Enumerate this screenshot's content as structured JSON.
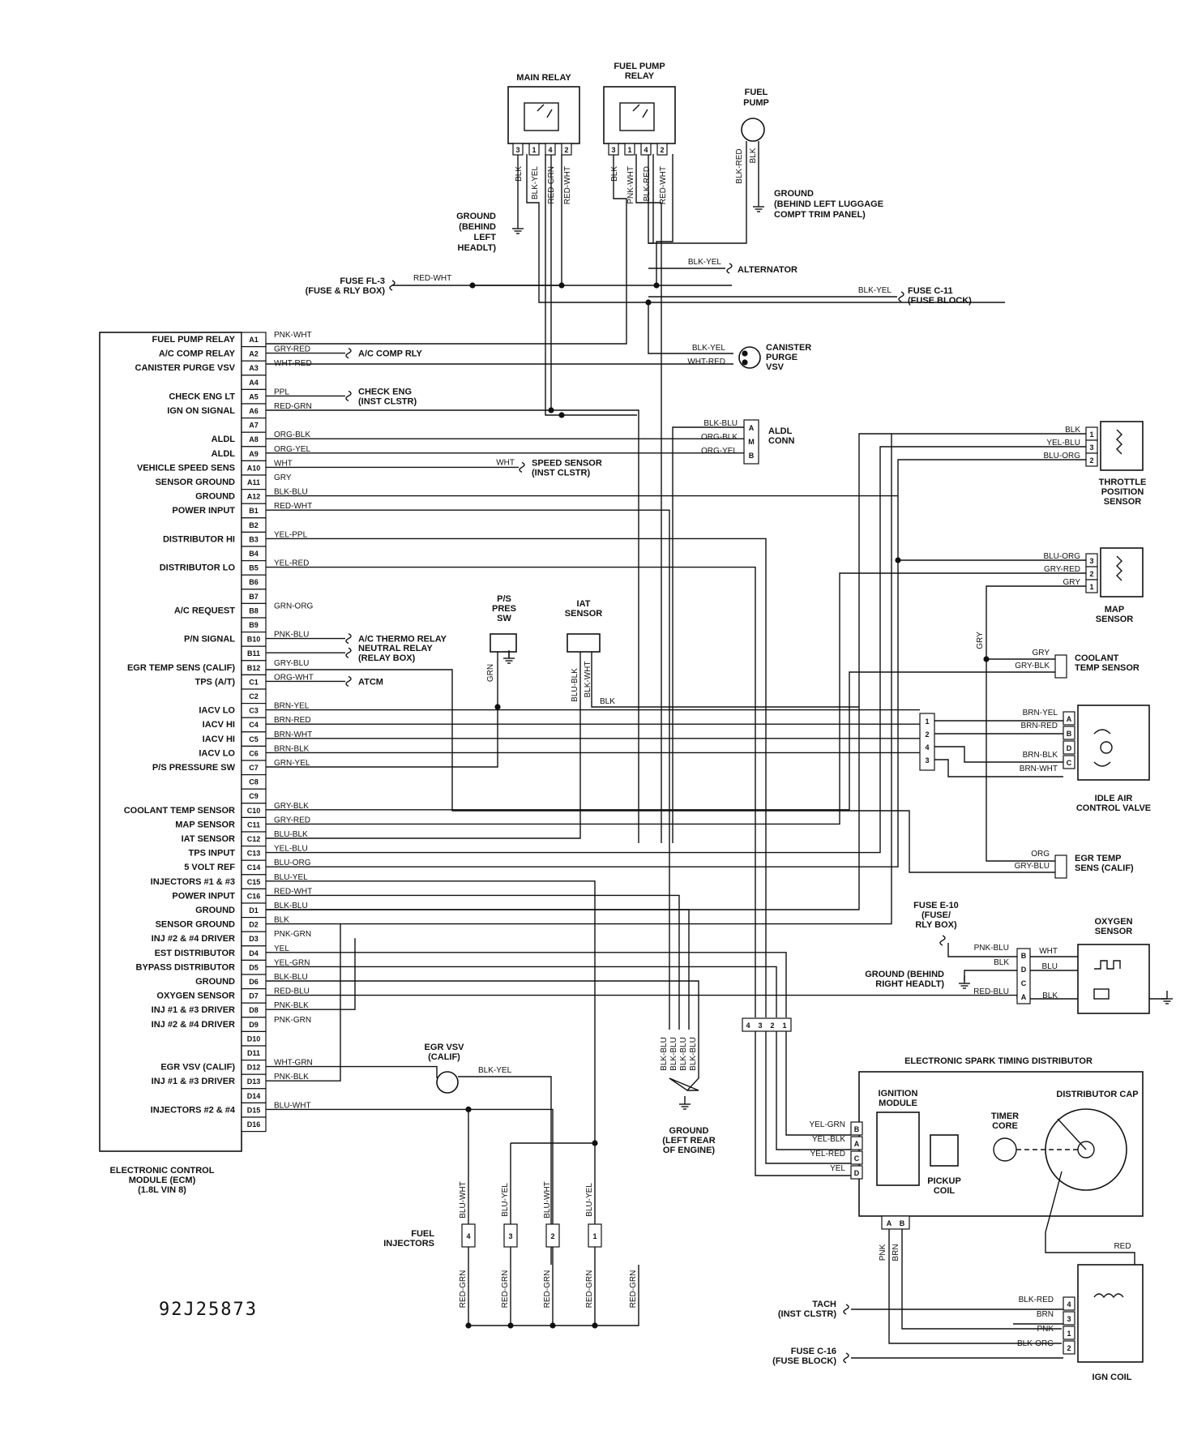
{
  "diagram_code": "92J25873",
  "ecm": {
    "caption": [
      "ELECTRONIC CONTROL",
      "MODULE (ECM)",
      "(1.8L VIN 8)"
    ],
    "pins": [
      {
        "pin": "A1",
        "label": "FUEL PUMP RELAY",
        "wire": "PNK-WHT"
      },
      {
        "pin": "A2",
        "label": "A/C COMP RELAY",
        "wire": "GRY-RED"
      },
      {
        "pin": "A3",
        "label": "CANISTER PURGE VSV",
        "wire": "WHT-RED"
      },
      {
        "pin": "A4",
        "label": "",
        "wire": ""
      },
      {
        "pin": "A5",
        "label": "CHECK ENG LT",
        "wire": "PPL"
      },
      {
        "pin": "A6",
        "label": "IGN ON SIGNAL",
        "wire": "RED-GRN"
      },
      {
        "pin": "A7",
        "label": "",
        "wire": ""
      },
      {
        "pin": "A8",
        "label": "ALDL",
        "wire": "ORG-BLK"
      },
      {
        "pin": "A9",
        "label": "ALDL",
        "wire": "ORG-YEL"
      },
      {
        "pin": "A10",
        "label": "VEHICLE SPEED SENS",
        "wire": "WHT"
      },
      {
        "pin": "A11",
        "label": "SENSOR GROUND",
        "wire": "GRY"
      },
      {
        "pin": "A12",
        "label": "GROUND",
        "wire": "BLK-BLU"
      },
      {
        "pin": "B1",
        "label": "POWER INPUT",
        "wire": "RED-WHT"
      },
      {
        "pin": "B2",
        "label": "",
        "wire": ""
      },
      {
        "pin": "B3",
        "label": "DISTRIBUTOR HI",
        "wire": "YEL-PPL"
      },
      {
        "pin": "B4",
        "label": "",
        "wire": ""
      },
      {
        "pin": "B5",
        "label": "DISTRIBUTOR LO",
        "wire": "YEL-RED"
      },
      {
        "pin": "B6",
        "label": "",
        "wire": ""
      },
      {
        "pin": "B7",
        "label": "",
        "wire": ""
      },
      {
        "pin": "B8",
        "label": "A/C REQUEST",
        "wire": "GRN-ORG"
      },
      {
        "pin": "B9",
        "label": "",
        "wire": ""
      },
      {
        "pin": "B10",
        "label": "P/N SIGNAL",
        "wire": "PNK-BLU"
      },
      {
        "pin": "B11",
        "label": "",
        "wire": ""
      },
      {
        "pin": "B12",
        "label": "EGR TEMP SENS (CALIF)",
        "wire": "GRY-BLU"
      },
      {
        "pin": "C1",
        "label": "TPS (A/T)",
        "wire": "ORG-WHT"
      },
      {
        "pin": "C2",
        "label": "",
        "wire": ""
      },
      {
        "pin": "C3",
        "label": "IACV LO",
        "wire": "BRN-YEL"
      },
      {
        "pin": "C4",
        "label": "IACV HI",
        "wire": "BRN-RED"
      },
      {
        "pin": "C5",
        "label": "IACV HI",
        "wire": "BRN-WHT"
      },
      {
        "pin": "C6",
        "label": "IACV LO",
        "wire": "BRN-BLK"
      },
      {
        "pin": "C7",
        "label": "P/S PRESSURE SW",
        "wire": "GRN-YEL"
      },
      {
        "pin": "C8",
        "label": "",
        "wire": ""
      },
      {
        "pin": "C9",
        "label": "",
        "wire": ""
      },
      {
        "pin": "C10",
        "label": "COOLANT TEMP SENSOR",
        "wire": "GRY-BLK"
      },
      {
        "pin": "C11",
        "label": "MAP SENSOR",
        "wire": "GRY-RED"
      },
      {
        "pin": "C12",
        "label": "IAT SENSOR",
        "wire": "BLU-BLK"
      },
      {
        "pin": "C13",
        "label": "TPS INPUT",
        "wire": "YEL-BLU"
      },
      {
        "pin": "C14",
        "label": "5 VOLT REF",
        "wire": "BLU-ORG"
      },
      {
        "pin": "C15",
        "label": "INJECTORS #1 & #3",
        "wire": "BLU-YEL"
      },
      {
        "pin": "C16",
        "label": "POWER INPUT",
        "wire": "RED-WHT"
      },
      {
        "pin": "D1",
        "label": "GROUND",
        "wire": "BLK-BLU"
      },
      {
        "pin": "D2",
        "label": "SENSOR GROUND",
        "wire": "BLK"
      },
      {
        "pin": "D3",
        "label": "INJ #2 & #4 DRIVER",
        "wire": "PNK-GRN"
      },
      {
        "pin": "D4",
        "label": "EST DISTRIBUTOR",
        "wire": "YEL"
      },
      {
        "pin": "D5",
        "label": "BYPASS DISTRIBUTOR",
        "wire": "YEL-GRN"
      },
      {
        "pin": "D6",
        "label": "GROUND",
        "wire": "BLK-BLU"
      },
      {
        "pin": "D7",
        "label": "OXYGEN SENSOR",
        "wire": "RED-BLU"
      },
      {
        "pin": "D8",
        "label": "INJ #1 & #3 DRIVER",
        "wire": "PNK-BLK"
      },
      {
        "pin": "D9",
        "label": "INJ #2 & #4 DRIVER",
        "wire": "PNK-GRN"
      },
      {
        "pin": "D10",
        "label": "",
        "wire": ""
      },
      {
        "pin": "D11",
        "label": "",
        "wire": ""
      },
      {
        "pin": "D12",
        "label": "EGR VSV (CALIF)",
        "wire": "WHT-GRN"
      },
      {
        "pin": "D13",
        "label": "INJ #1 & #3 DRIVER",
        "wire": "PNK-BLK"
      },
      {
        "pin": "D14",
        "label": "",
        "wire": ""
      },
      {
        "pin": "D15",
        "label": "INJECTORS #2 & #4",
        "wire": "BLU-WHT"
      },
      {
        "pin": "D16",
        "label": "",
        "wire": ""
      }
    ]
  },
  "ecm_callouts": {
    "a2": "A/C COMP RLY",
    "a5": [
      "CHECK ENG",
      "(INST CLSTR)"
    ],
    "a10_wire": "WHT",
    "a10": [
      "SPEED SENSOR",
      "(INST CLSTR)"
    ],
    "b8": "A/C THERMO RELAY",
    "b10": [
      "NEUTRAL RELAY",
      "(RELAY BOX)"
    ],
    "c1": "ATCM"
  },
  "main_relay": {
    "title": "MAIN RELAY",
    "pins": [
      "3",
      "1",
      "4",
      "2"
    ],
    "wires": [
      "BLK",
      "BLK-YEL",
      "RED-GRN",
      "RED-WHT"
    ]
  },
  "fuel_pump_relay": {
    "title": [
      "FUEL PUMP",
      "RELAY"
    ],
    "pins": [
      "3",
      "1",
      "4",
      "2"
    ],
    "wires": [
      "BLK",
      "PNK-WHT",
      "BLK-RED",
      "RED-WHT"
    ]
  },
  "fuel_pump": {
    "title": [
      "FUEL",
      "PUMP"
    ],
    "wires": [
      "BLK-RED",
      "BLK"
    ]
  },
  "ground_relay": [
    "GROUND",
    "(BEHIND",
    "LEFT",
    "HEADLT)"
  ],
  "ground_pump": [
    "GROUND",
    "(BEHIND LEFT LUGGAGE",
    "COMPT TRIM PANEL)"
  ],
  "fuse_fl3": {
    "label": [
      "FUSE FL-3",
      "(FUSE & RLY BOX)"
    ],
    "wire": "RED-WHT"
  },
  "alternator": {
    "label": "ALTERNATOR",
    "wire": "BLK-YEL"
  },
  "fuse_c11": {
    "label": [
      "FUSE C-11",
      "(FUSE BLOCK)"
    ],
    "wire": "BLK-YEL"
  },
  "canister": {
    "label": [
      "CANISTER",
      "PURGE",
      "VSV"
    ],
    "wires": [
      "BLK-YEL",
      "WHT-RED"
    ]
  },
  "aldl": {
    "label": [
      "ALDL",
      "CONN"
    ],
    "pins": [
      "A",
      "M",
      "B"
    ],
    "wires": [
      "BLK-BLU",
      "ORG-BLK",
      "ORG-YEL"
    ]
  },
  "tps": {
    "label": [
      "THROTTLE",
      "POSITION",
      "SENSOR"
    ],
    "pins": [
      "1",
      "3",
      "2"
    ],
    "wires": [
      "BLK",
      "YEL-BLU",
      "BLU-ORG"
    ]
  },
  "map": {
    "label": [
      "MAP",
      "SENSOR"
    ],
    "pins": [
      "3",
      "2",
      "1"
    ],
    "wires": [
      "BLU-ORG",
      "GRY-RED",
      "GRY"
    ]
  },
  "gry_vertical": "GRY",
  "coolant": {
    "label": [
      "COOLANT",
      "TEMP SENSOR"
    ],
    "wires": [
      "GRY",
      "GRY-BLK"
    ]
  },
  "iacv": {
    "label": [
      "IDLE AIR",
      "CONTROL VALVE"
    ],
    "conn_pins": [
      "1",
      "2",
      "4",
      "3"
    ],
    "pins": [
      "A",
      "B",
      "D",
      "C"
    ],
    "wires": [
      "BRN-YEL",
      "BRN-RED",
      "BRN-BLK",
      "BRN-WHT"
    ]
  },
  "egr_temp": {
    "label": [
      "EGR TEMP",
      "SENS (CALIF)"
    ],
    "wires": [
      "ORG",
      "GRY-BLU"
    ]
  },
  "ps_sw": {
    "label": [
      "P/S",
      "PRES",
      "SW"
    ],
    "wire": "GRN"
  },
  "iat": {
    "label": [
      "IAT",
      "SENSOR"
    ],
    "wires": [
      "BLU-BLK",
      "BLK-WHT"
    ],
    "ground": "BLK"
  },
  "fuse_e10": [
    "FUSE E-10",
    "(FUSE/",
    "RLY BOX)"
  ],
  "oxygen": {
    "label": [
      "OXYGEN",
      "SENSOR"
    ],
    "pins": [
      "B",
      "D",
      "C",
      "A"
    ],
    "left_wires": [
      "PNK-BLU",
      "BLK",
      "RED-BLU"
    ],
    "right_wires": [
      "WHT",
      "BLU",
      "BLK"
    ]
  },
  "ground_right": [
    "GROUND (BEHIND",
    "RIGHT HEADLT)"
  ],
  "egr_vsv": {
    "label": [
      "EGR VSV",
      "(CALIF)"
    ],
    "wire": "BLK-YEL"
  },
  "ground_engine": {
    "label": [
      "GROUND",
      "(LEFT REAR",
      "OF ENGINE)"
    ],
    "wires": [
      "BLK-BLU",
      "BLK-BLU",
      "BLK-BLU",
      "BLK-BLU"
    ]
  },
  "dist_conn": [
    "4",
    "3",
    "2",
    "1"
  ],
  "distributor": {
    "title": "ELECTRONIC SPARK TIMING DISTRIBUTOR",
    "module": [
      "IGNITION",
      "MODULE"
    ],
    "timer": [
      "TIMER",
      "CORE"
    ],
    "cap": "DISTRIBUTOR CAP",
    "pickup": [
      "PICKUP",
      "COIL"
    ],
    "pins": [
      "B",
      "A",
      "C",
      "D"
    ],
    "wires": [
      "YEL-GRN",
      "YEL-BLK",
      "YEL-RED",
      "YEL"
    ],
    "bottom_pins": [
      "A",
      "B"
    ],
    "bottom_wires": [
      "PNK",
      "BRN"
    ],
    "red": "RED"
  },
  "injectors": {
    "label": [
      "FUEL",
      "INJECTORS"
    ],
    "numbers": [
      "4",
      "3",
      "2",
      "1"
    ],
    "top_wires": [
      "BLU-WHT",
      "BLU-YEL",
      "BLU-WHT",
      "BLU-YEL"
    ],
    "bottom_wires": [
      "RED-GRN",
      "RED-GRN",
      "RED-GRN",
      "RED-GRN",
      "RED-GRN"
    ]
  },
  "ign_coil": {
    "label": "IGN COIL",
    "pins": [
      "4",
      "3",
      "1",
      "2"
    ],
    "wires": [
      "BLK-RED",
      "BRN",
      "PNK",
      "BLK-ORG"
    ],
    "tach": [
      "TACH",
      "(INST CLSTR)"
    ],
    "fuse": [
      "FUSE C-16",
      "(FUSE BLOCK)"
    ]
  }
}
